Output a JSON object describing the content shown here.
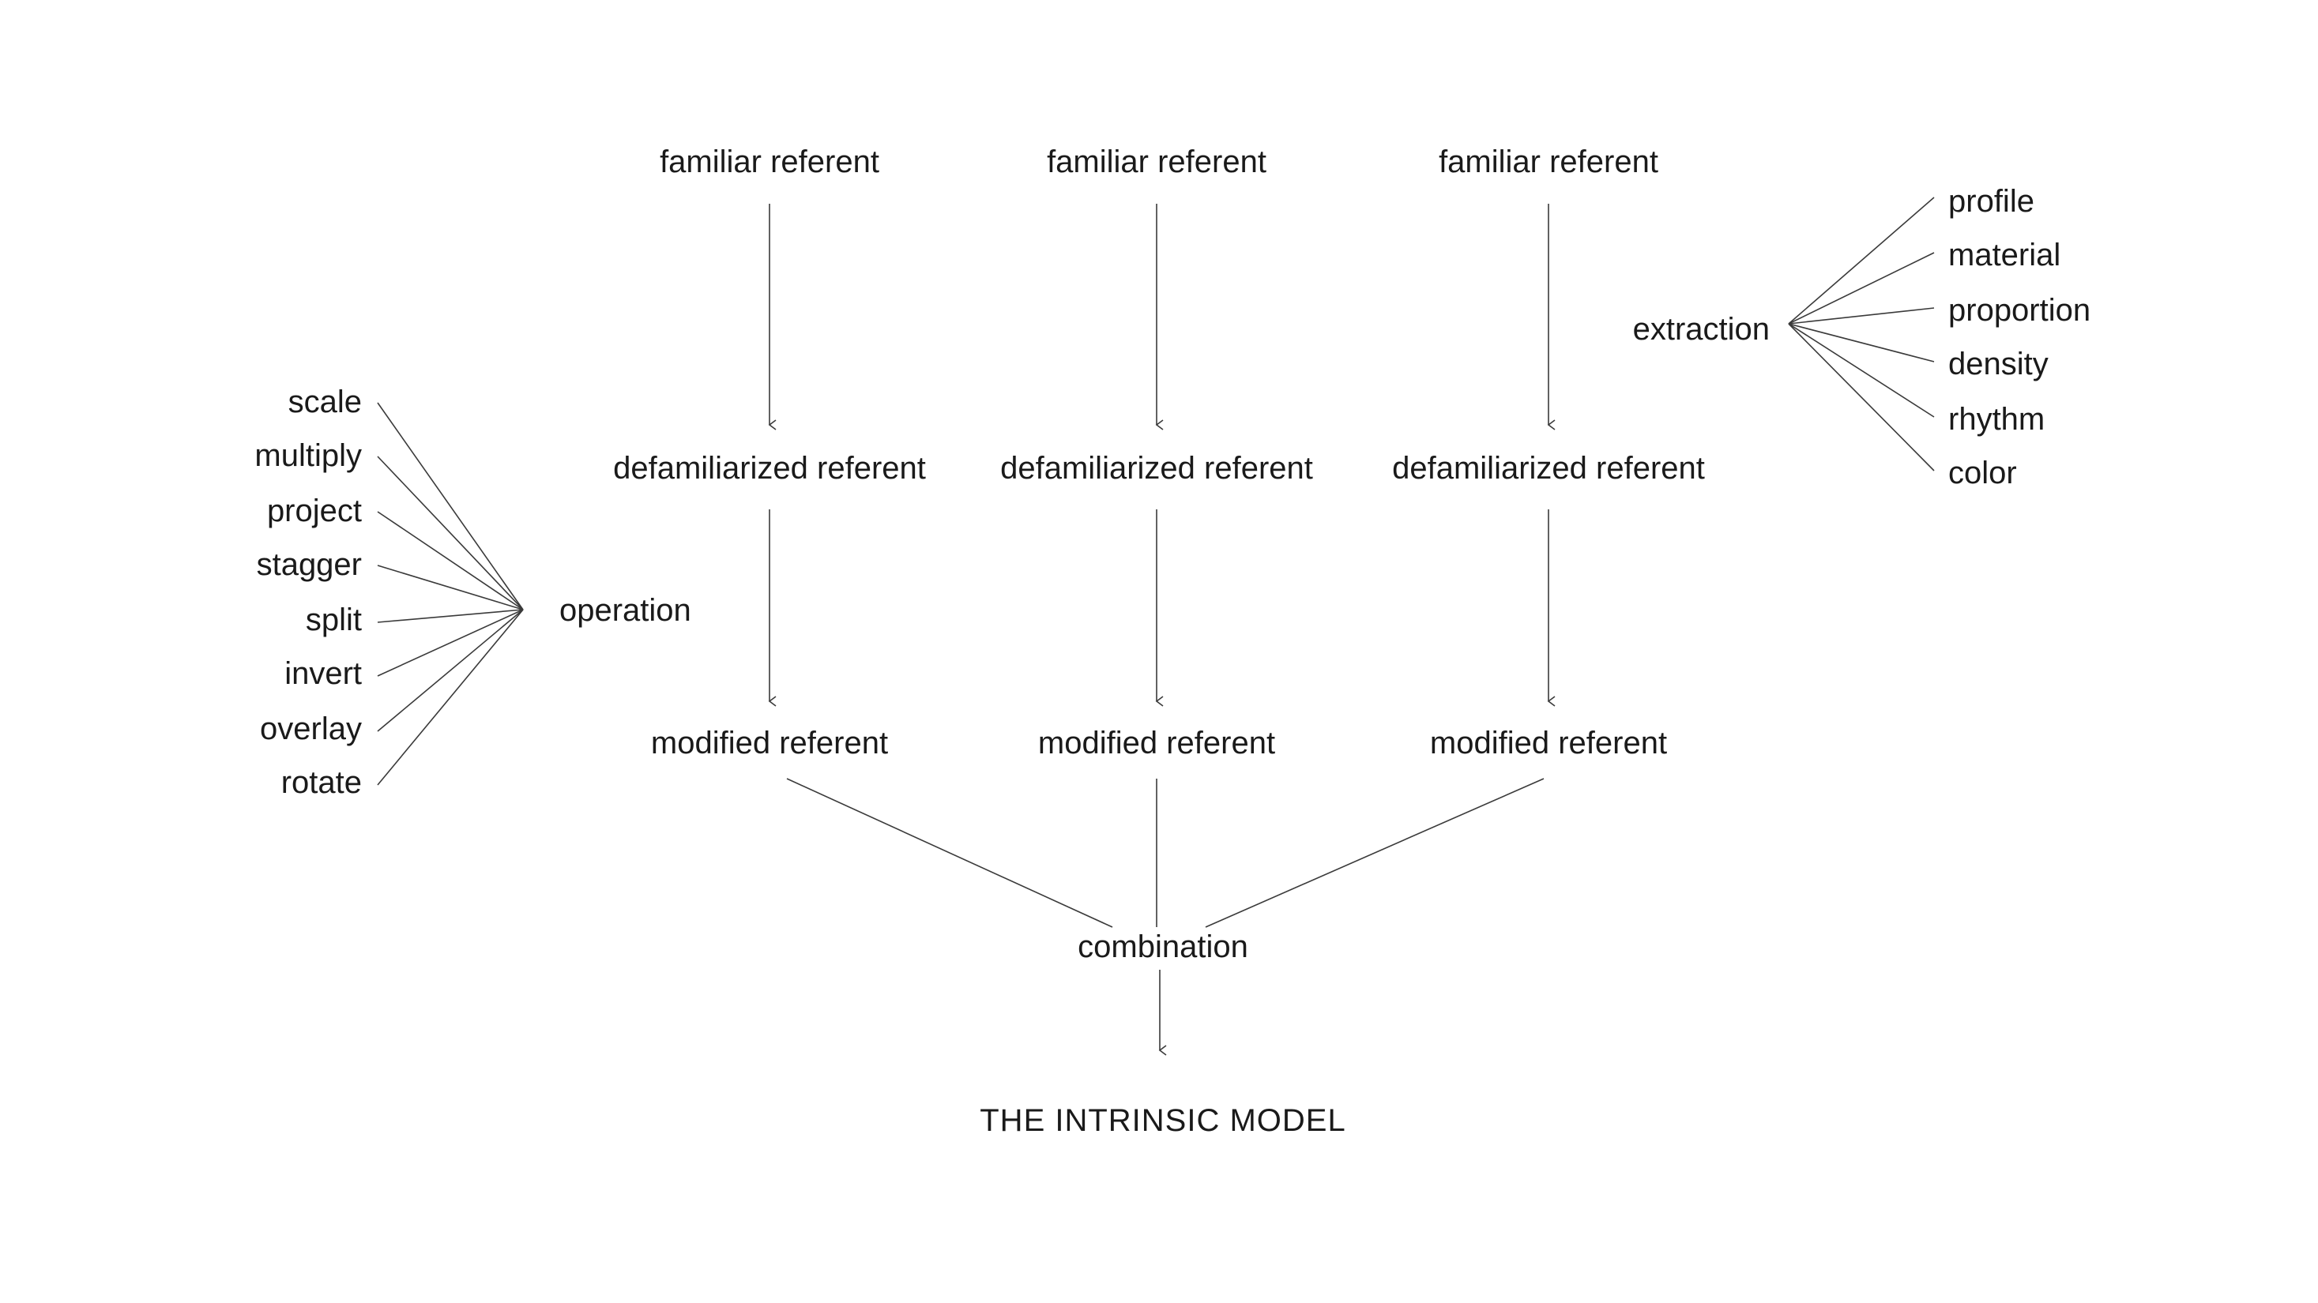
{
  "columns": [
    {
      "familiar": "familiar referent",
      "defamiliarized": "defamiliarized referent",
      "modified": "modified referent"
    },
    {
      "familiar": "familiar referent",
      "defamiliarized": "defamiliarized referent",
      "modified": "modified referent"
    },
    {
      "familiar": "familiar referent",
      "defamiliarized": "defamiliarized referent",
      "modified": "modified referent"
    }
  ],
  "operation": {
    "label": "operation",
    "items": [
      "scale",
      "multiply",
      "project",
      "stagger",
      "split",
      "invert",
      "overlay",
      "rotate"
    ]
  },
  "extraction": {
    "label": "extraction",
    "items": [
      "profile",
      "material",
      "proportion",
      "density",
      "rhythm",
      "color"
    ]
  },
  "combination": "combination",
  "result": "THE INTRINSIC MODEL"
}
